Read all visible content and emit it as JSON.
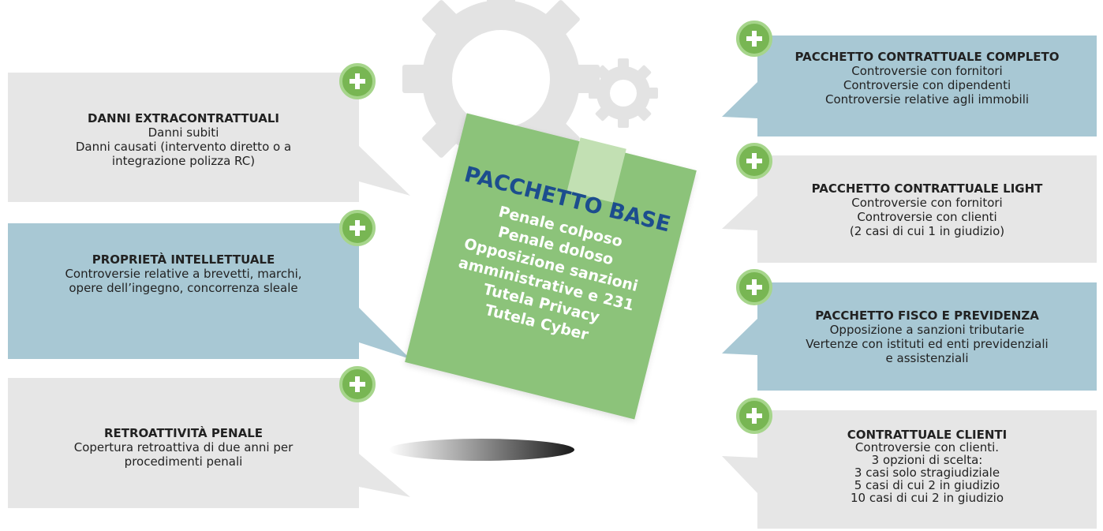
{
  "colors": {
    "grey_panel": "#e6e6e6",
    "blue_panel": "#a8c8d4",
    "green_card": "#8cc37a",
    "plus_green": "#78b653",
    "title_blue": "#1c4d8e"
  },
  "icons": {
    "gear": "gear-icon",
    "plus": "plus-icon"
  },
  "center": {
    "title": "PACCHETTO BASE",
    "items": [
      "Penale colposo",
      "Penale doloso",
      "Opposizione sanzioni",
      "amministrative e 231",
      "Tutela Privacy",
      "Tutela Cyber"
    ]
  },
  "left": [
    {
      "title": "DANNI EXTRACONTRATTUALI",
      "lines": [
        "Danni subiti",
        "Danni causati (intervento diretto o a",
        "integrazione polizza RC)"
      ]
    },
    {
      "title": "PROPRIETÀ INTELLETTUALE",
      "lines": [
        "Controversie relative a brevetti, marchi,",
        "opere dell’ingegno, concorrenza sleale"
      ]
    },
    {
      "title": "RETROATTIVITÀ PENALE",
      "lines": [
        "Copertura retroattiva di due anni per",
        "procedimenti penali"
      ]
    }
  ],
  "right": [
    {
      "title": "PACCHETTO CONTRATTUALE COMPLETO",
      "lines": [
        "Controversie con fornitori",
        "Controversie con dipendenti",
        "Controversie relative agli immobili"
      ]
    },
    {
      "title": "PACCHETTO CONTRATTUALE LIGHT",
      "lines": [
        "Controversie con fornitori",
        "Controversie con clienti",
        "(2 casi di cui 1 in giudizio)"
      ]
    },
    {
      "title": "PACCHETTO FISCO E PREVIDENZA",
      "lines": [
        "Opposizione a sanzioni tributarie",
        "Vertenze con istituti ed enti previdenziali",
        "e assistenziali"
      ]
    },
    {
      "title": "CONTRATTUALE CLIENTI",
      "lines": [
        "Controversie con clienti.",
        "3 opzioni di scelta:",
        "3 casi solo stragiudiziale",
        "5 casi di cui 2 in giudizio",
        "10 casi di cui 2 in giudizio"
      ]
    }
  ]
}
